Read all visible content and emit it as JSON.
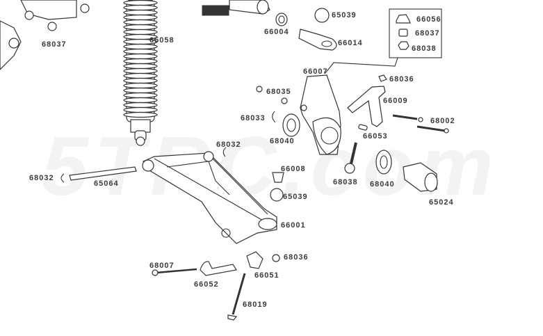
{
  "watermark": "5TRC.com",
  "parts": {
    "p68037_left": "68037",
    "p65058": "65058",
    "p65039_top": "65039",
    "p66004": "66004",
    "p66014": "66014",
    "p66056": "66056",
    "p68037_box": "68037",
    "p68038_box": "68038",
    "p66007": "66007",
    "p68036_top": "68036",
    "p68035": "68035",
    "p66009": "66009",
    "p68033": "68033",
    "p68002": "68002",
    "p66053": "66053",
    "p68040_left": "68040",
    "p68032_top": "68032",
    "p66008": "66008",
    "p68038_mid": "68038",
    "p68040_right": "68040",
    "p68032_left": "68032",
    "p65064": "65064",
    "p65039_mid": "65039",
    "p65024": "65024",
    "p66001": "66001",
    "p68007": "68007",
    "p68036_low": "68036",
    "p66052": "66052",
    "p66051": "66051",
    "p68019": "68019"
  }
}
